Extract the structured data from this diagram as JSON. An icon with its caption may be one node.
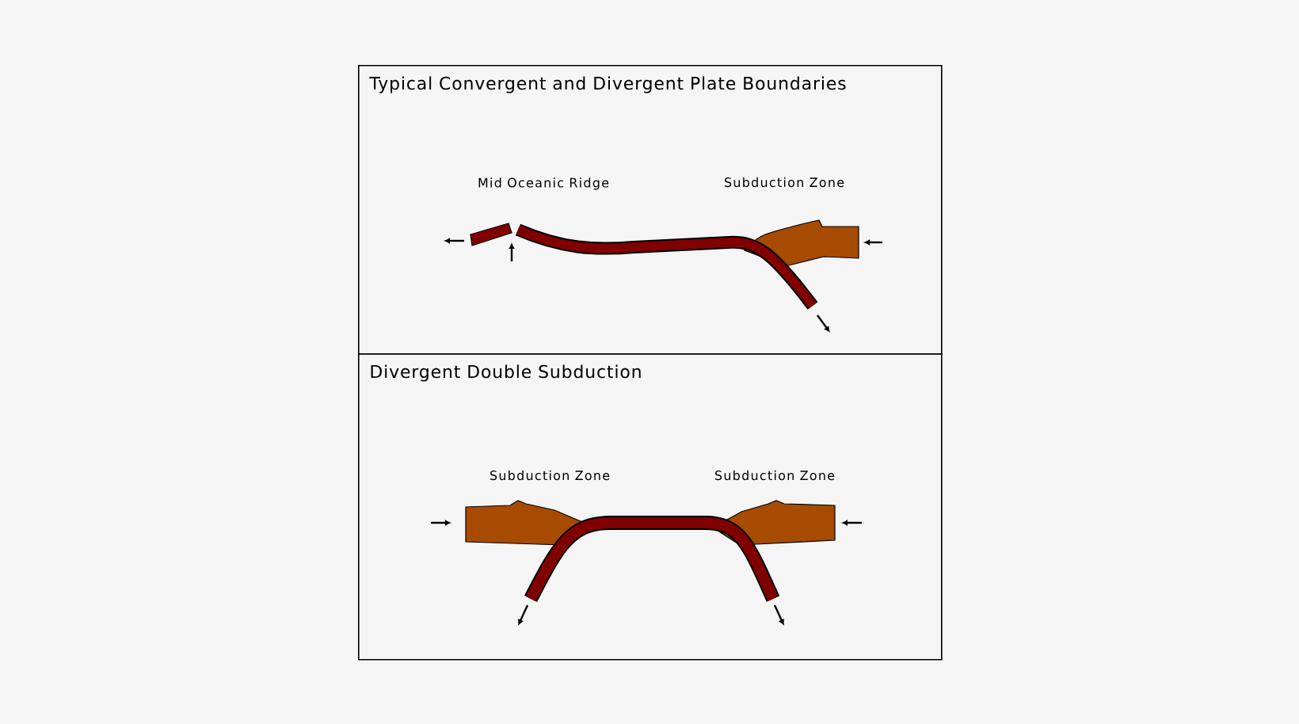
{
  "diagram": {
    "nodes": [
      {
        "text": [
          "Typical Convergent and Divergent Plate Boundaries"
        ]
      },
      {
        "text": [
          "Divergent Double Subduction"
        ]
      }
    ],
    "labels": [
      "Mid Oceanic Ridge",
      "Subduction Zone",
      "Subduction Zone",
      "Subduction Zone"
    ]
  }
}
